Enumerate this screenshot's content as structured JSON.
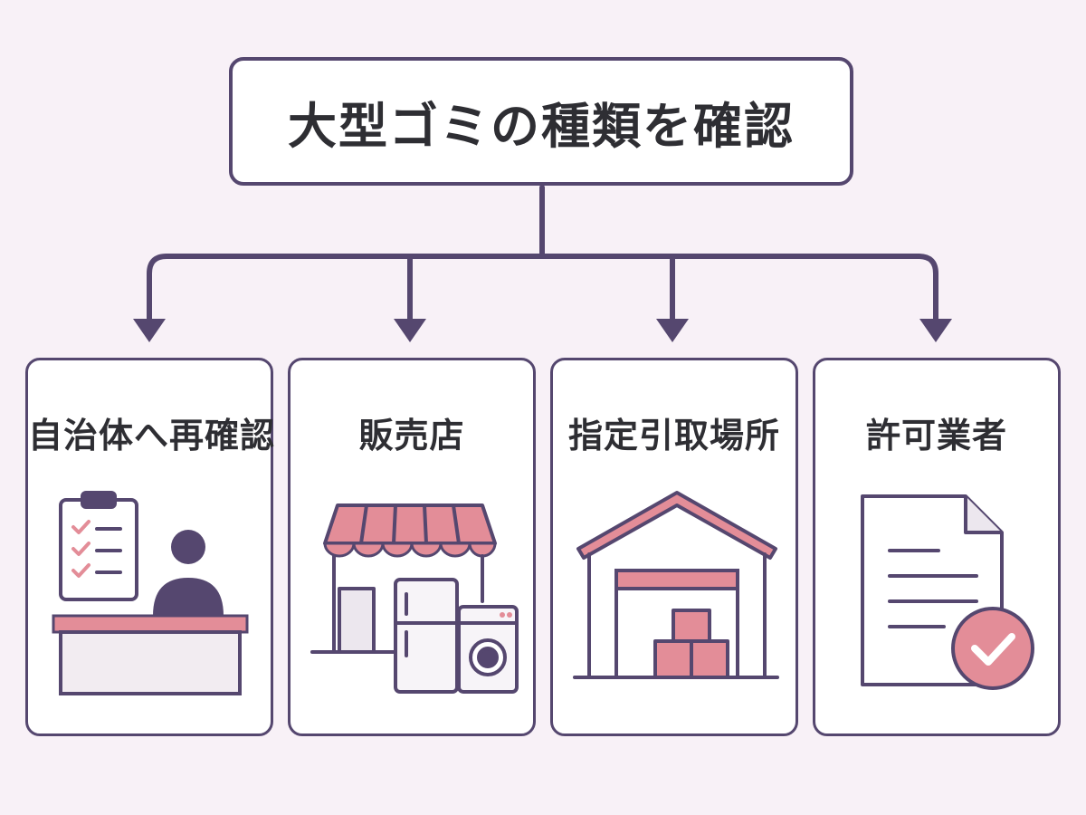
{
  "root": {
    "title": "大型ゴミの種類を確認"
  },
  "options": [
    {
      "label": "自治体へ再確認",
      "icon": "clerk-at-counter-icon"
    },
    {
      "label": "販売店",
      "icon": "appliance-store-icon"
    },
    {
      "label": "指定引取場所",
      "icon": "warehouse-icon"
    },
    {
      "label": "許可業者",
      "icon": "certified-document-icon"
    }
  ],
  "colors": {
    "background": "#f8f1f7",
    "stroke": "#55476f",
    "accent": "#e38d98",
    "text": "#2e2e33"
  }
}
